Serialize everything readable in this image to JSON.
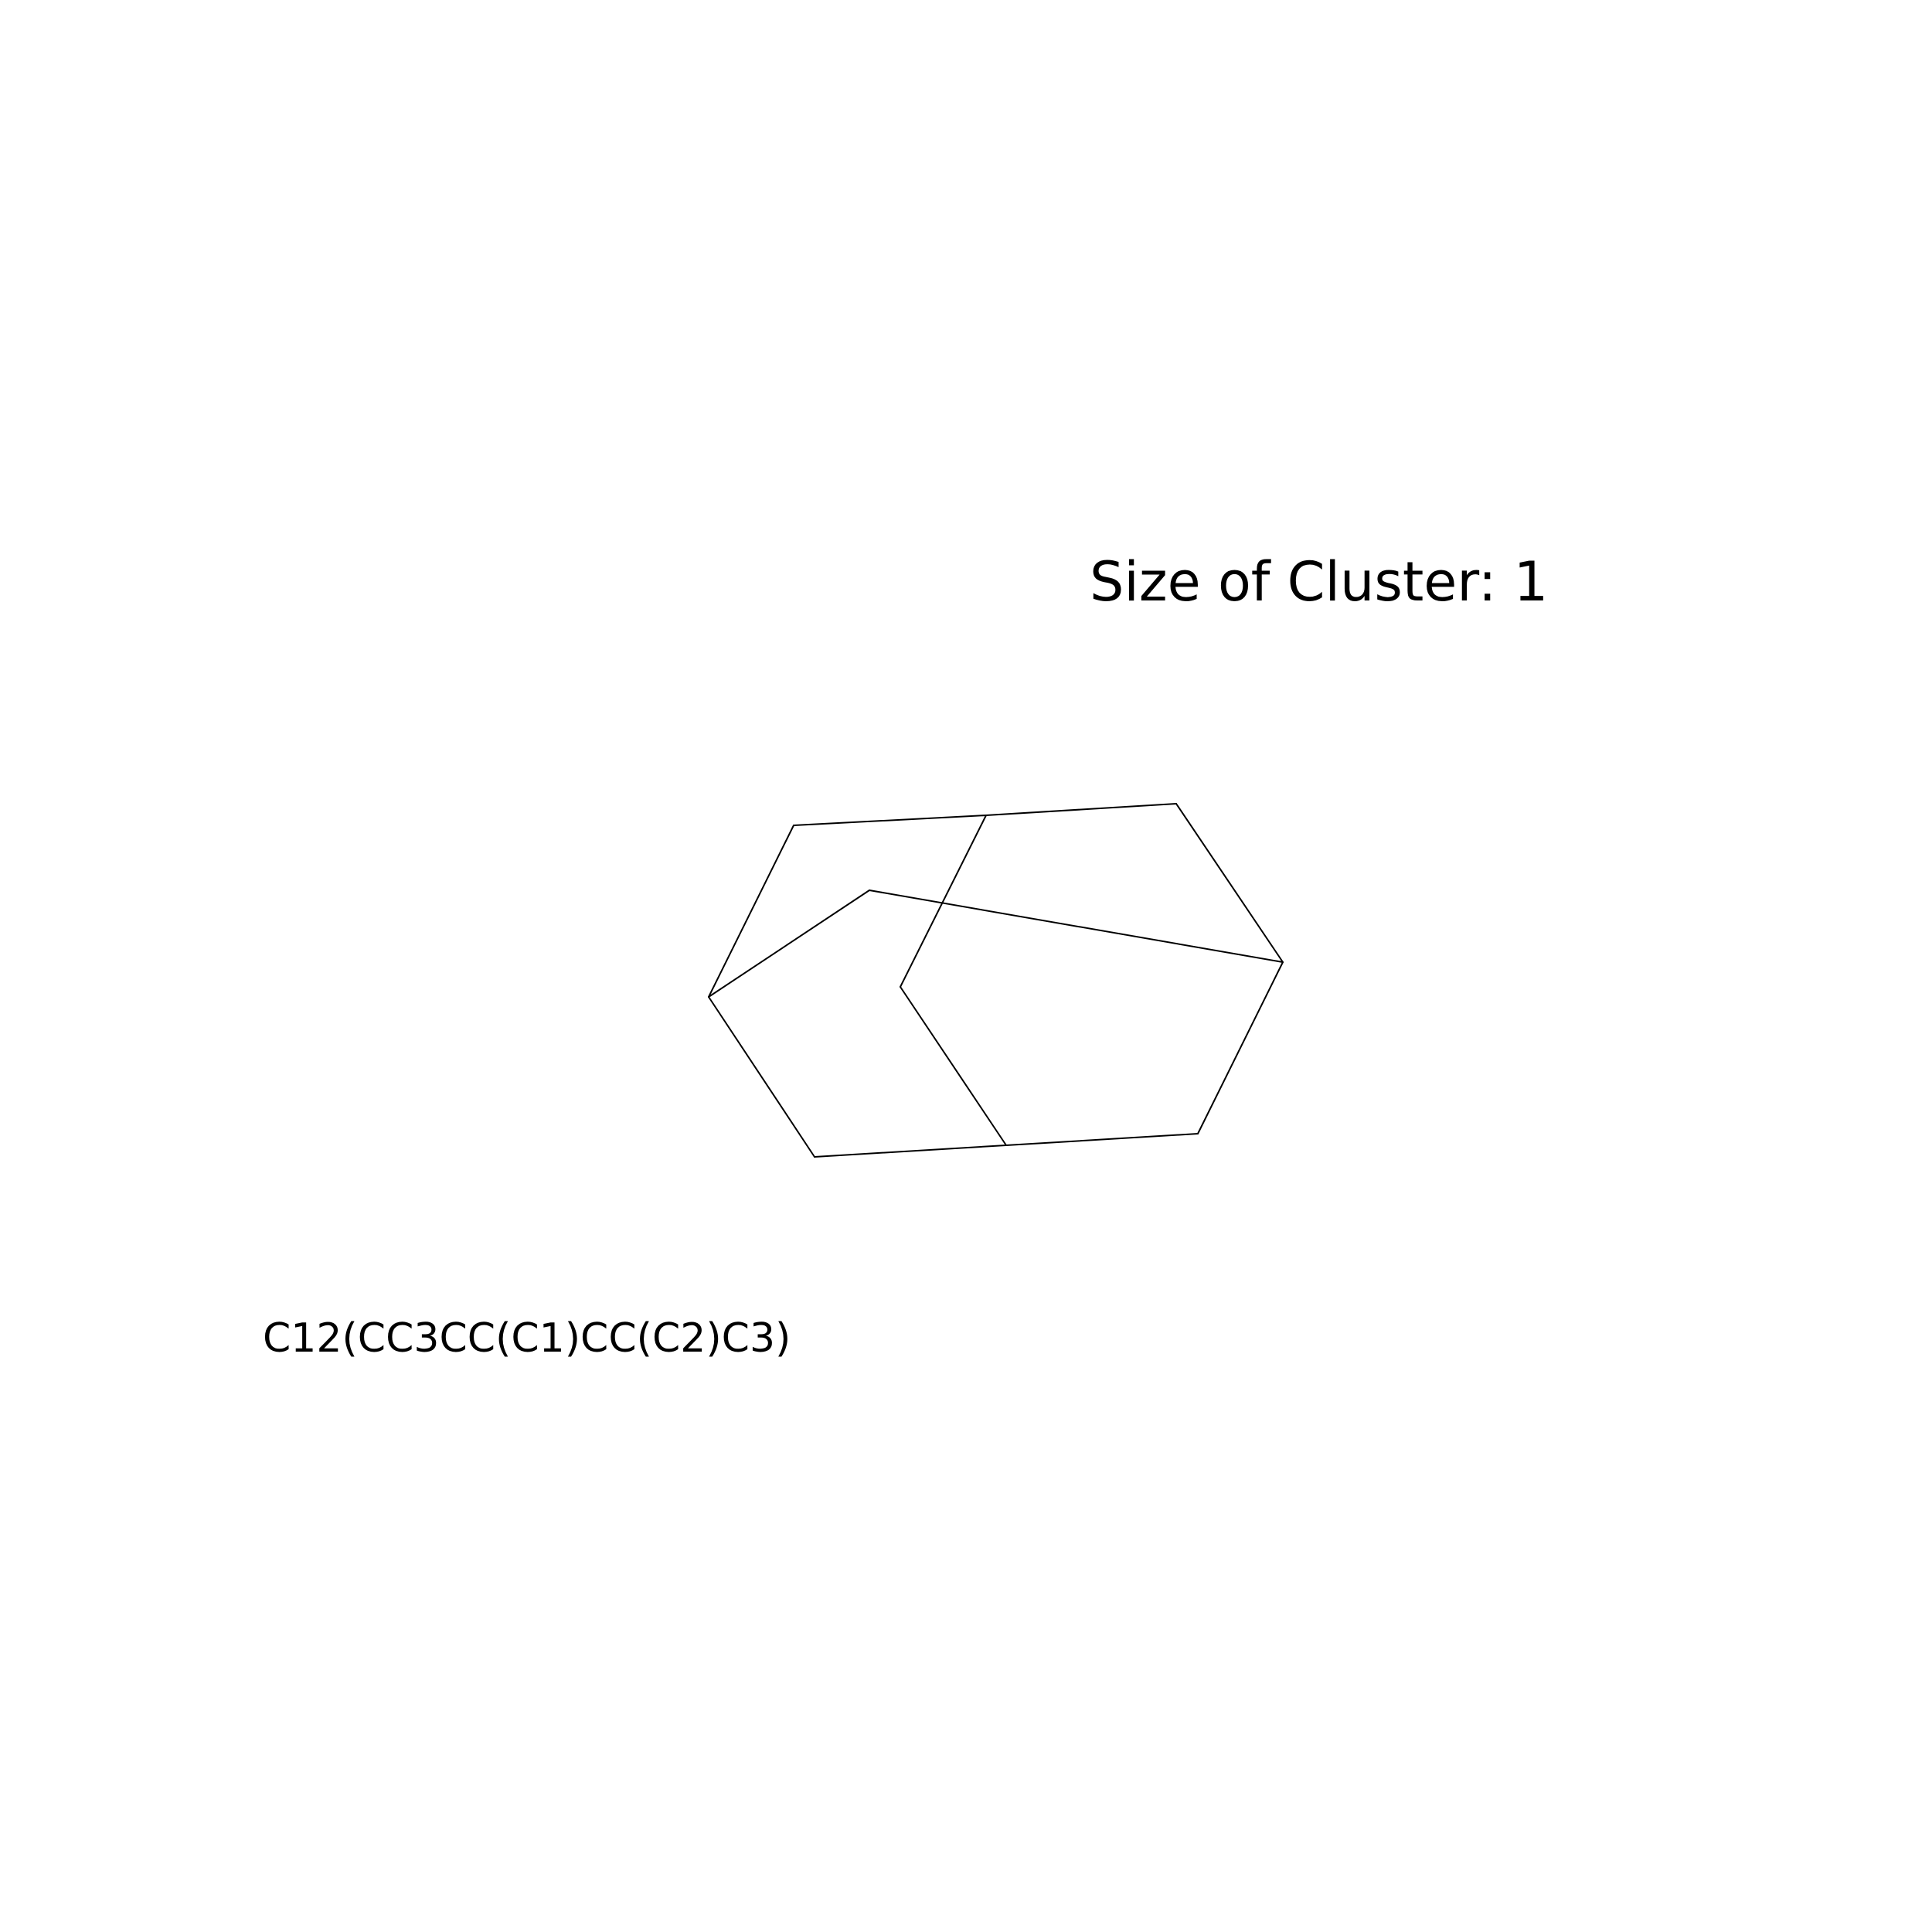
{
  "title": "Size of Cluster: 1",
  "smiles": "C12(CC3CC(C1)CC(C2)C3)",
  "molecule": {
    "name": "adamantane",
    "stroke_color": "#000000",
    "background_color": "#ffffff"
  }
}
